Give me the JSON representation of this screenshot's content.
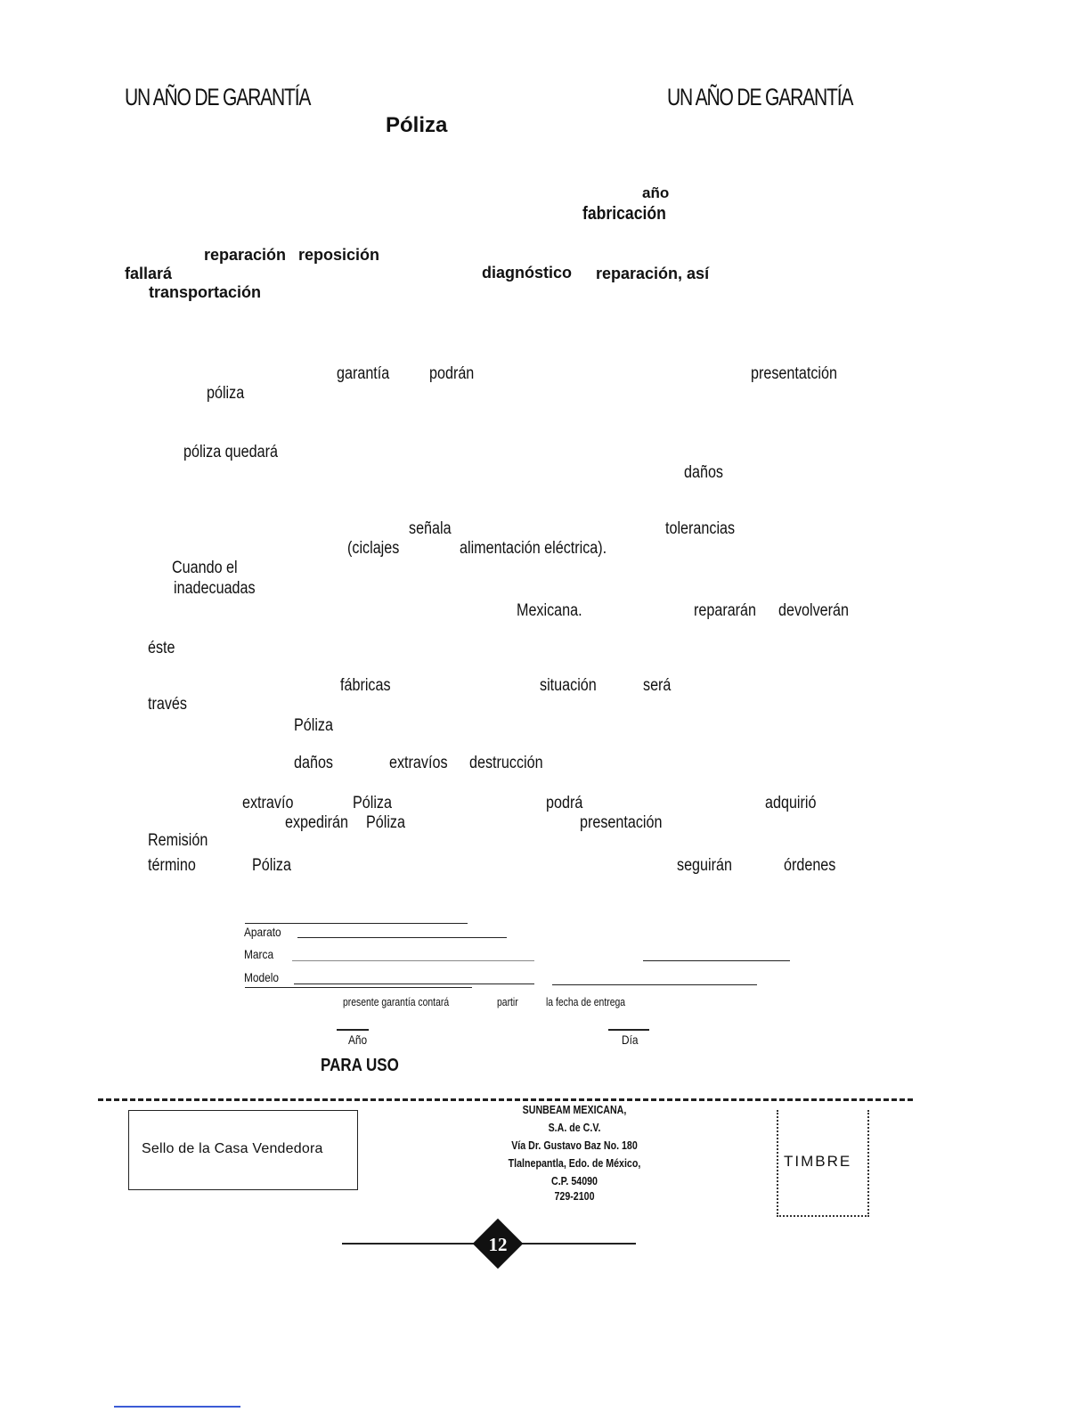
{
  "header": {
    "left": "UN AÑO DE GARANTÍA",
    "right": "UN AÑO DE GARANTÍA",
    "title": "Póliza"
  },
  "fragments": {
    "f1": "año",
    "f2": "fabricación",
    "f3": "reparación",
    "f4": "reposición",
    "f5": "fallará",
    "f6": "diagnóstico",
    "f7": "reparación, así",
    "f8": "transportación",
    "f9": "garantía",
    "f10": "podrán",
    "f11": "presentatción",
    "f12": "póliza",
    "f13": "póliza quedará",
    "f14": "daños",
    "f15": "señala",
    "f16": "tolerancias",
    "f17": "(ciclajes",
    "f18": "alimentación eléctrica).",
    "f19": "Cuando el",
    "f20": "inadecuadas",
    "f21": "Mexicana.",
    "f22": "repararán",
    "f23": "devolverán",
    "f24": "éste",
    "f25": "fábricas",
    "f26": "situación",
    "f27": "será",
    "f28": "través",
    "f29": "Póliza",
    "f30": "daños",
    "f31": "extravíos",
    "f32": "destrucción",
    "f33": "extravío",
    "f34": "Póliza",
    "f35": "podrá",
    "f36": "adquirió",
    "f37": "expedirán",
    "f38": "Póliza",
    "f39": "presentación",
    "f40": "Remisión",
    "f41": "término",
    "f42": "Póliza",
    "f43": "seguirán",
    "f44": "órdenes"
  },
  "form": {
    "aparato": "Aparato",
    "marca": "Marca",
    "modelo": "Modelo",
    "note_1": "presente garantía contará",
    "note_2": "partir",
    "note_3": "la fecha de entrega",
    "anio": "Año",
    "dia": "Día",
    "para_uso": "PARA USO"
  },
  "footer": {
    "sello": "Sello de la Casa Vendedora",
    "address": [
      "SUNBEAM MEXICANA,",
      "S.A. de C.V.",
      "Vía Dr. Gustavo Baz No. 180",
      "Tlalnepantla, Edo. de México,",
      "C.P. 54090",
      "729-2100"
    ],
    "timbre": "TIMBRE",
    "page_number": "12"
  }
}
